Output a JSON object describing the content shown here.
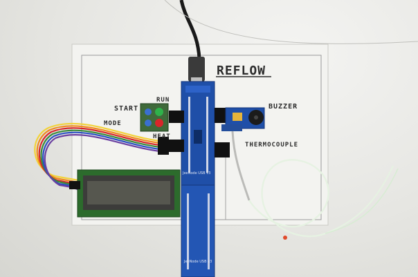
{
  "board_labels": {
    "title": "REFLOW",
    "run": "RUN",
    "start": "START",
    "mode": "MODE",
    "heat": "HEAT",
    "buzzer": "BUZZER",
    "thermocouple": "THERMOCOUPLE"
  },
  "pcb_text": {
    "main_board": "JeeNode USB v3",
    "main_board_bottom": "JeeNode USB v3"
  },
  "colors": {
    "pcb_blue": "#1f4fa8",
    "lcd_green": "#2c6b2c",
    "led_green": "#2fb24a",
    "led_red": "#d8262a",
    "wire_ribbon": [
      "#f2d23a",
      "#f08a1f",
      "#d8262a",
      "#3a8a3a",
      "#2a4ec2",
      "#6a3fa0",
      "#8a8a8a",
      "#222222"
    ]
  }
}
